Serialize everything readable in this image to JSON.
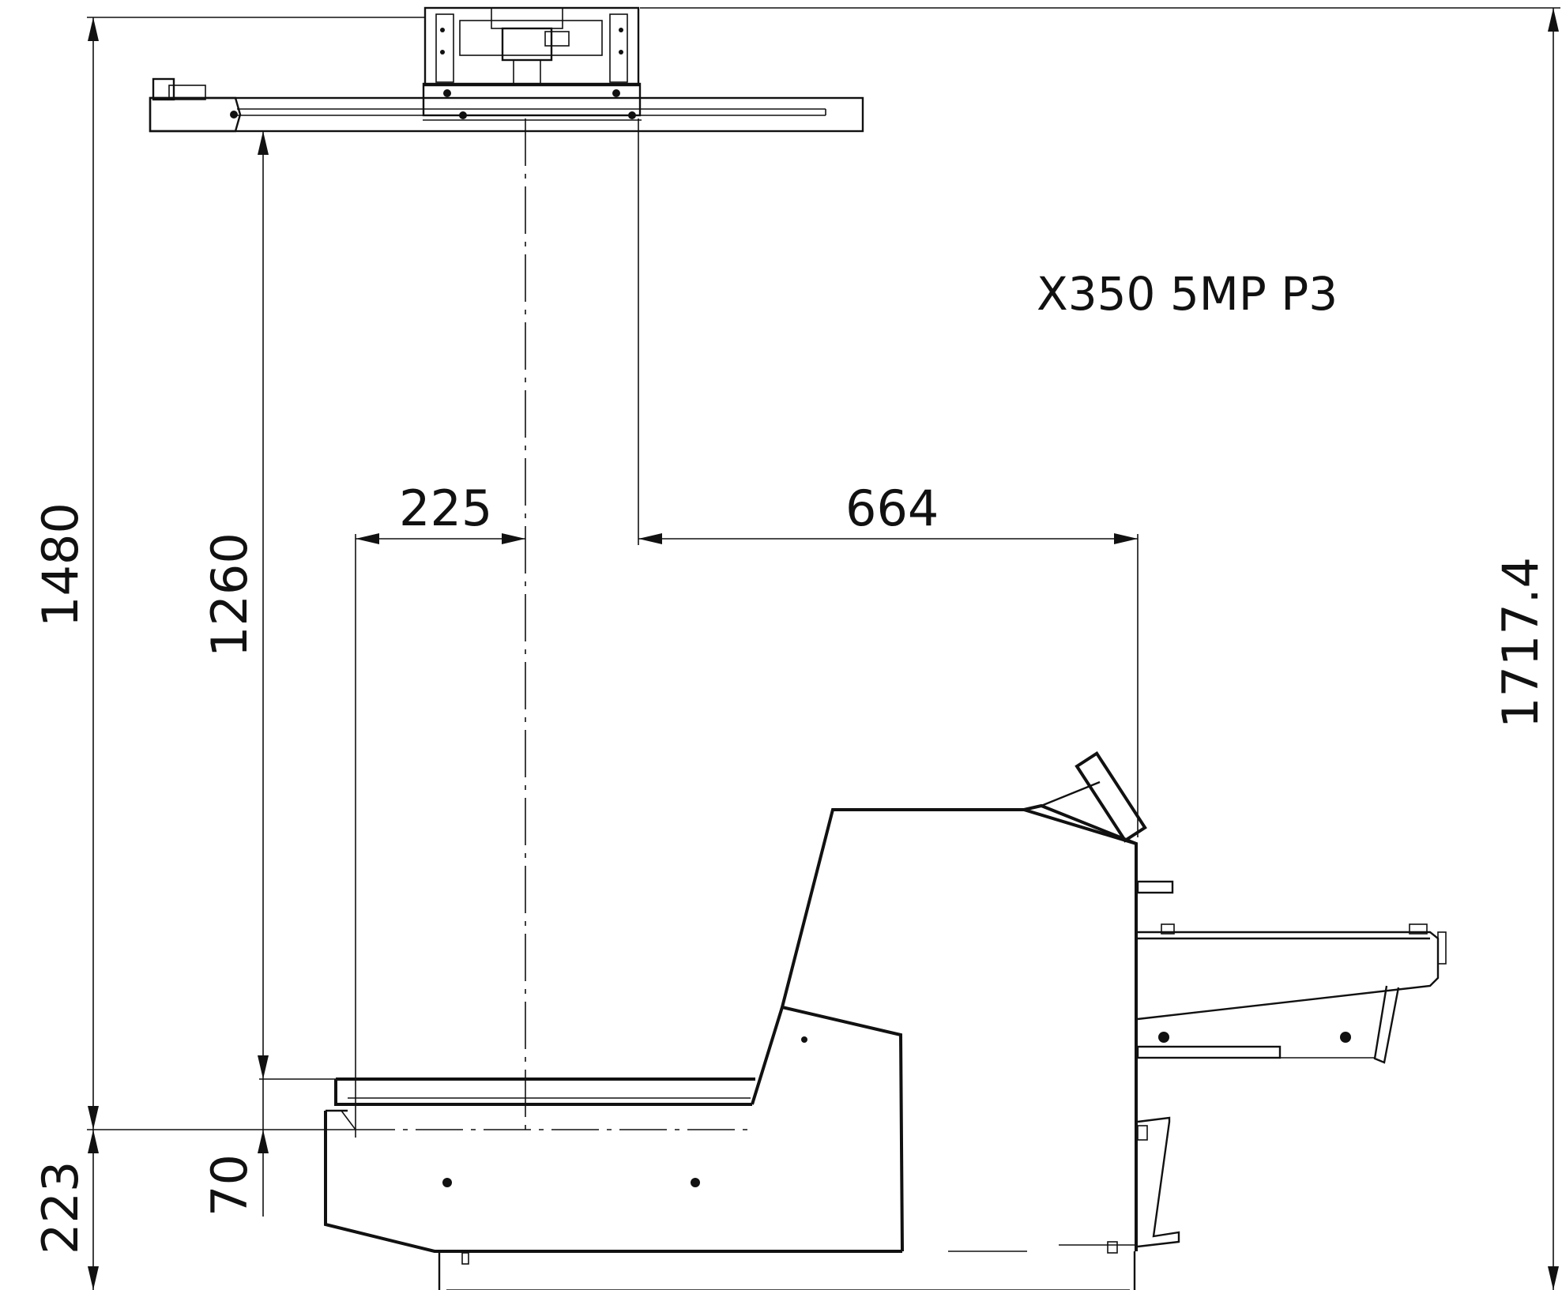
{
  "drawing": {
    "model_label": "X350 5MP P3",
    "dimensions": {
      "total_height": "1480",
      "arm_height": "1260",
      "base_height": "223",
      "platform_thickness": "70",
      "left_offset": "225",
      "right_offset": "664",
      "overall_height": "1717.4"
    }
  }
}
